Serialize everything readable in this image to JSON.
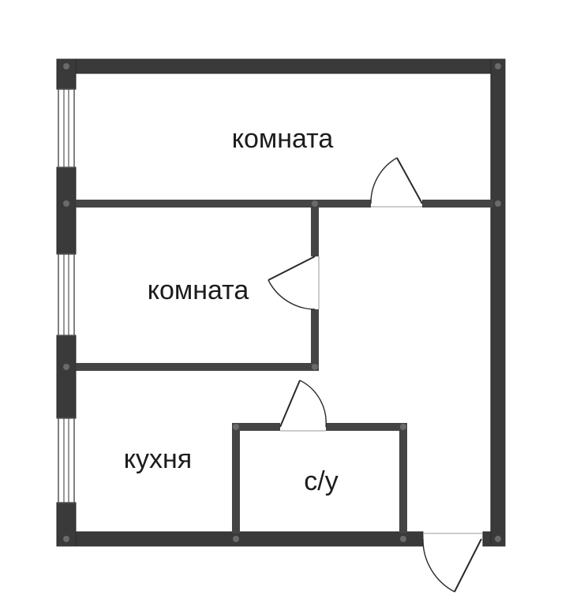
{
  "rooms": {
    "room_top": "комната",
    "room_middle": "комната",
    "kitchen": "кухня",
    "bathroom": "с/у"
  },
  "colors": {
    "wall": "#3a3a3a",
    "background": "#ffffff"
  }
}
